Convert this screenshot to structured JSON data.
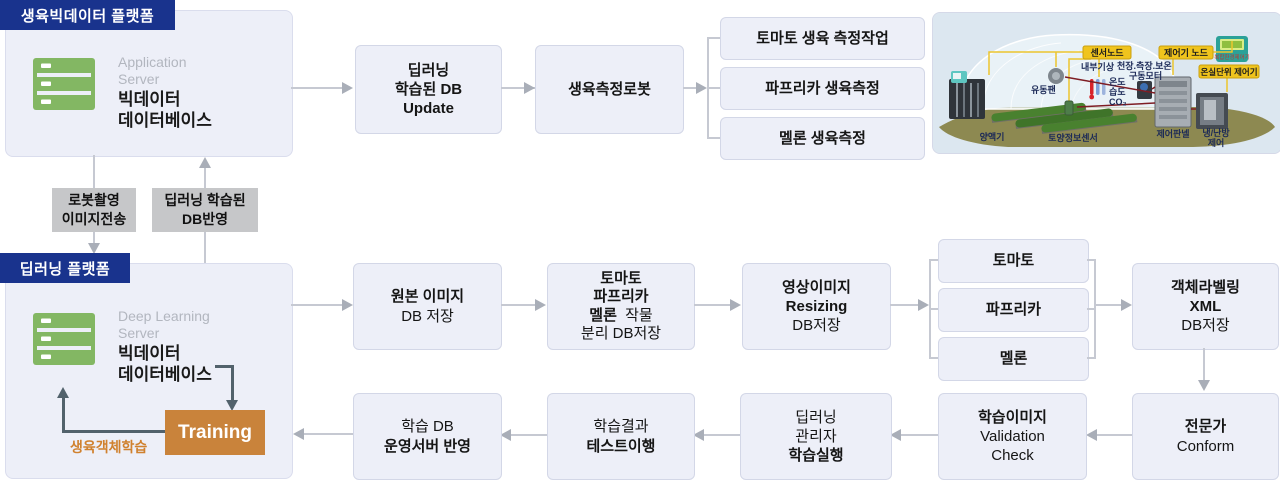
{
  "top_platform": {
    "header": "생육빅데이터 플랫폼",
    "server_label_l1": "Application",
    "server_label_l2": "Server",
    "server_title_l1": "빅데이터",
    "server_title_l2": "데이터베이스",
    "update_box": {
      "l1": "딥러닝",
      "l2": "학습된 DB",
      "l3": "Update"
    },
    "robot_box": "생육측정로봇",
    "measure_boxes": [
      "토마토 생육 측정작업",
      "파프리카 생육측정",
      "멜론 생육측정"
    ]
  },
  "connectors": {
    "robot_upload_l1": "로봇촬영",
    "robot_upload_l2": "이미지전송",
    "db_reflect_l1": "딥러닝 학습된",
    "db_reflect_l2": "DB반영"
  },
  "dl_platform": {
    "header": "딥러닝 플랫폼",
    "server_label_l1": "Deep Learning",
    "server_label_l2": "Server",
    "server_title_l1": "빅데이터",
    "server_title_l2": "데이터베이스",
    "training": "Training",
    "loop_label": "생육객체학습"
  },
  "pipeline": {
    "origin": {
      "l1": "원본 이미지",
      "l2": "DB 저장"
    },
    "split": {
      "l1": "토마토",
      "l2": "파프리카",
      "l3_bold": "멜론",
      "l3_reg": "작물",
      "l4": "분리 DB저장"
    },
    "resize": {
      "l1": "영상이미지",
      "l2": "Resizing",
      "l3": "DB저장"
    },
    "crops": [
      "토마토",
      "파프리카",
      "멜론"
    ],
    "labeling": {
      "l1": "객체라벨링",
      "l2": "XML",
      "l3": "DB저장"
    },
    "expert": {
      "l1": "전문가",
      "l2": "Conform"
    },
    "validation": {
      "l1": "학습이미지",
      "l2": "Validation",
      "l3": "Check"
    },
    "admin": {
      "l1": "딥러닝",
      "l2": "관리자",
      "l3": "학습실행"
    },
    "test": {
      "l1": "학습결과",
      "l2": "테스트이행"
    },
    "deploy": {
      "l1": "학습 DB",
      "l2": "운영서버 반영"
    }
  },
  "greenhouse": {
    "sensor_node": "센서노드",
    "controller_node": "제어기 노드",
    "unit_controller": "온실단위 제어기",
    "device_label": "복합환경제어기",
    "inner_weather": "내부기상",
    "motor_l1": "천장.측장.보온",
    "motor_l2": "구동모터",
    "fan": "유동팬",
    "temp": "온도",
    "humidity": "습도",
    "co2": "CO₂",
    "nutrient": "양액기",
    "soil_sensor": "토양정보센서",
    "panel": "제어판넬",
    "hvac_l1": "냉/난방",
    "hvac_l2": "제어"
  },
  "colors": {
    "header_navy": "#19338d",
    "box_bg": "#edeff8",
    "server_green": "#83b763",
    "training_orange": "#c9833b",
    "label_gray": "#c6c7c9"
  }
}
